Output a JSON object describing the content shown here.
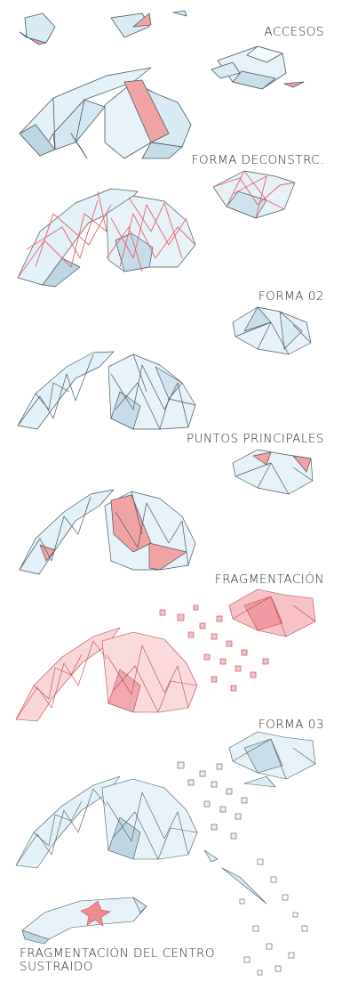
{
  "steps": [
    {
      "label": "ACCESOS"
    },
    {
      "label": "FORMA DECONSTRC."
    },
    {
      "label": "FORMA 02"
    },
    {
      "label": "PUNTOS PRINCIPALES"
    },
    {
      "label": "FRAGMENTACIÓN"
    },
    {
      "label": "FORMA 03"
    },
    {
      "label": "FRAGMENTACIÓN DEL CENTRO SUSTRAIDO"
    }
  ],
  "colors": {
    "surface": "#d9ecf5",
    "edge": "#4a5660",
    "accent": "#f0a4a4",
    "accent_line": "#e5626a"
  }
}
